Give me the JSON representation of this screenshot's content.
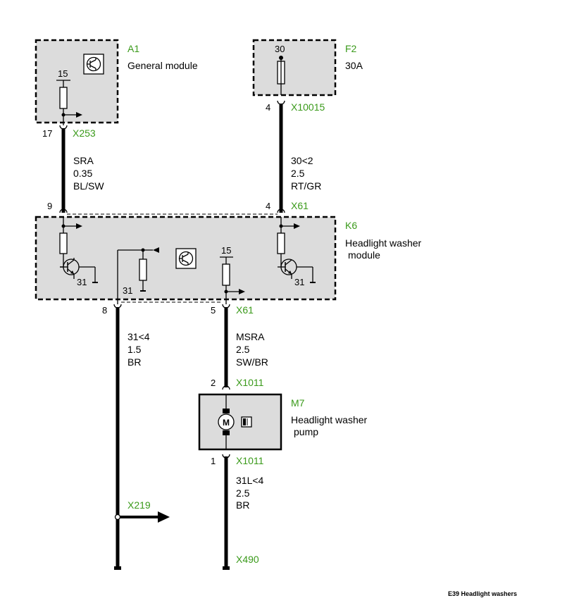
{
  "components": {
    "a1": {
      "ref": "A1",
      "name": "General module",
      "pin": "15"
    },
    "f2": {
      "ref": "F2",
      "value": "30A",
      "pin": "30"
    },
    "k6": {
      "ref": "K6",
      "name_line1": "Headlight washer",
      "name_line2": "module",
      "pin15": "15",
      "gnd_left": "31",
      "gnd_mid": "31",
      "gnd_right": "31"
    },
    "m7": {
      "ref": "M7",
      "name_line1": "Headlight washer",
      "name_line2": "pump",
      "motor_symbol": "M"
    }
  },
  "connectors": {
    "x253": {
      "id": "X253",
      "pin": "17"
    },
    "x10015": {
      "id": "X10015",
      "pin": "4"
    },
    "x61_top_left": {
      "pin": "9"
    },
    "x61_top": {
      "id": "X61",
      "pin": "4"
    },
    "x61_bottom_left": {
      "pin": "8"
    },
    "x61_bottom": {
      "id": "X61",
      "pin": "5"
    },
    "x1011_top": {
      "id": "X1011",
      "pin": "2"
    },
    "x1011_bottom": {
      "id": "X1011",
      "pin": "1"
    },
    "x219": {
      "id": "X219"
    },
    "x490": {
      "id": "X490"
    }
  },
  "wires": {
    "sra": {
      "signal": "SRA",
      "gauge": "0.35",
      "color": "BL/SW"
    },
    "w30": {
      "signal": "30<2",
      "gauge": "2.5",
      "color": "RT/GR"
    },
    "w31": {
      "signal": "31<4",
      "gauge": "1.5",
      "color": "BR"
    },
    "msra": {
      "signal": "MSRA",
      "gauge": "2.5",
      "color": "SW/BR"
    },
    "w31l": {
      "signal": "31L<4",
      "gauge": "2.5",
      "color": "BR"
    }
  },
  "caption": "E39 Headlight washers",
  "colors": {
    "connector_label": "#3a9a1a",
    "module_fill": "#dcdcdc",
    "wire": "#000000"
  },
  "icons": [
    "transistor-symbol-icon",
    "fuse-icon",
    "resistor-icon",
    "ground-icon",
    "arrow-icon",
    "motor-icon",
    "pump-icon"
  ]
}
